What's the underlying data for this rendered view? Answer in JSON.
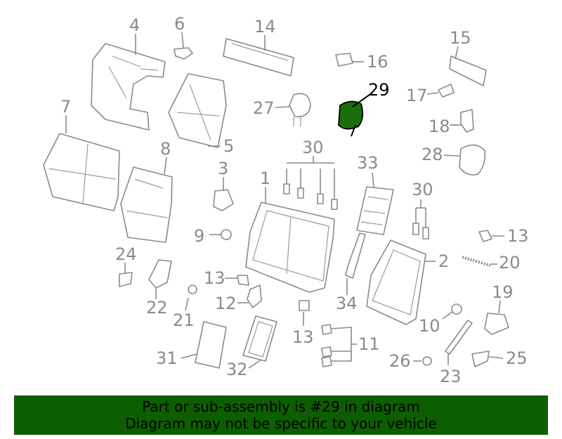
{
  "colors": {
    "highlight": "#1b6f0a",
    "banner_bg": "#0d5e00",
    "line": "#8a8a8a",
    "label": "#8a8a8a"
  },
  "callouts": {
    "c1": "1",
    "c2": "2",
    "c3": "3",
    "c4": "4",
    "c5": "5",
    "c6": "6",
    "c7": "7",
    "c8": "8",
    "c9": "9",
    "c10": "10",
    "c11": "11",
    "c12": "12",
    "c13a": "13",
    "c13b": "13",
    "c13c": "13",
    "c14": "14",
    "c15": "15",
    "c16": "16",
    "c17": "17",
    "c18": "18",
    "c19": "19",
    "c20": "20",
    "c21": "21",
    "c22": "22",
    "c23": "23",
    "c24": "24",
    "c25": "25",
    "c26": "26",
    "c27": "27",
    "c28": "28",
    "c29": "29",
    "c30a": "30",
    "c30b": "30",
    "c31": "31",
    "c32": "32",
    "c33": "33",
    "c34": "34"
  },
  "highlighted_part": "29",
  "banner": {
    "line1": "Part or sub-assembly is #29 in diagram",
    "line2": "Diagram may not be specific to your vehicle"
  }
}
